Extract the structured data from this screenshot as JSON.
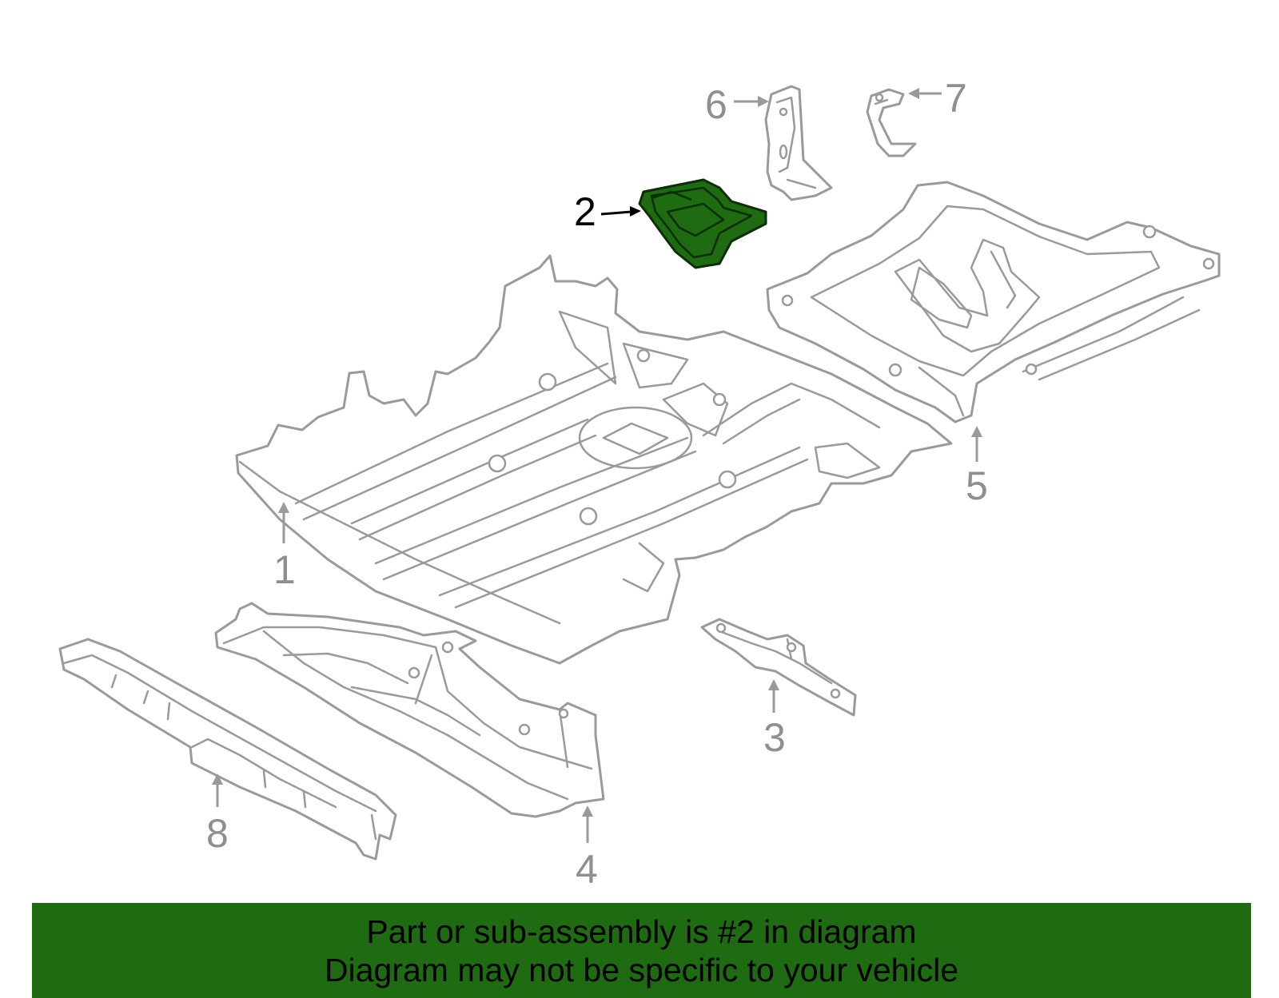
{
  "diagram": {
    "callouts": [
      {
        "id": "1",
        "label": "1"
      },
      {
        "id": "2",
        "label": "2",
        "highlighted": true
      },
      {
        "id": "3",
        "label": "3"
      },
      {
        "id": "4",
        "label": "4"
      },
      {
        "id": "5",
        "label": "5"
      },
      {
        "id": "6",
        "label": "6"
      },
      {
        "id": "7",
        "label": "7"
      },
      {
        "id": "8",
        "label": "8"
      }
    ],
    "colors": {
      "highlight": "#1e6b12",
      "outline": "#9a9a9a",
      "banner": "#1e6b12"
    }
  },
  "banner": {
    "line1": "Part or sub-assembly is #2 in diagram",
    "line2": "Diagram may not be specific to your vehicle"
  }
}
